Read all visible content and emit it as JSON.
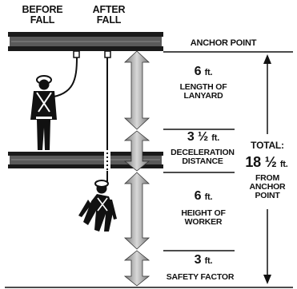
{
  "labels": {
    "before_fall": "BEFORE FALL",
    "after_fall": "AFTER FALL",
    "anchor_point": "ANCHOR POINT"
  },
  "segments": [
    {
      "value": "6",
      "unit": "ft.",
      "desc": "LENGTH OF LANYARD"
    },
    {
      "value": "3 ½",
      "unit": "ft.",
      "desc": "DECELERATION DISTANCE"
    },
    {
      "value": "6",
      "unit": "ft.",
      "desc": "HEIGHT OF WORKER"
    },
    {
      "value": "3",
      "unit": "ft.",
      "desc": "SAFETY FACTOR"
    }
  ],
  "total": {
    "label": "TOTAL:",
    "value": "18 ½",
    "unit": "ft.",
    "desc": "FROM ANCHOR POINT"
  }
}
